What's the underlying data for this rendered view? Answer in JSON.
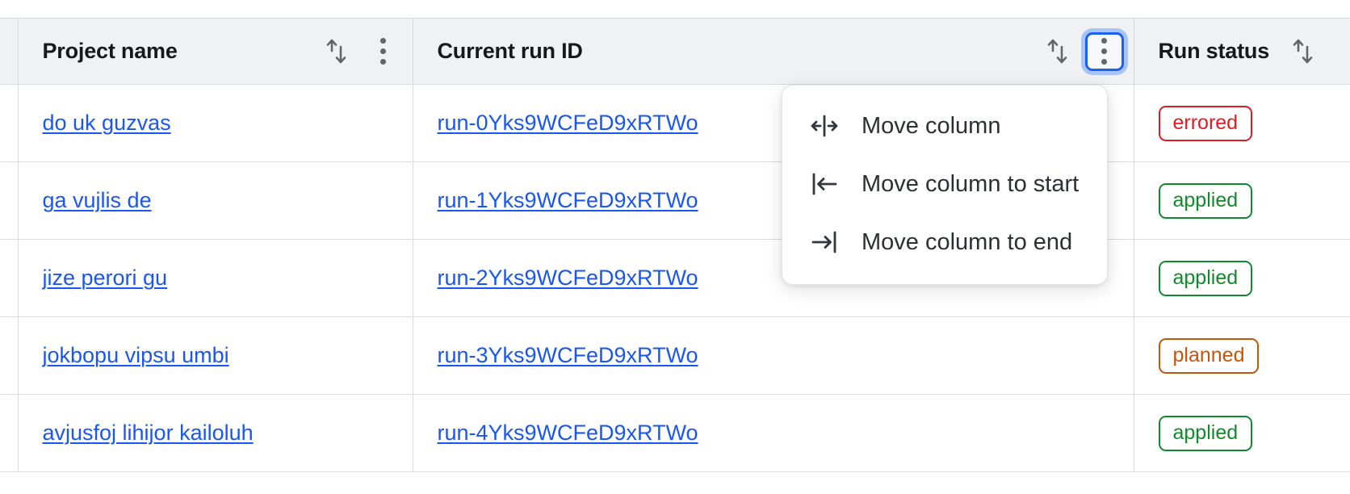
{
  "table": {
    "columns": [
      {
        "key": "stub",
        "label": "",
        "sortable": false,
        "has_menu": false
      },
      {
        "key": "project",
        "label": "Project name",
        "sortable": true,
        "has_menu": true
      },
      {
        "key": "run",
        "label": "Current run ID",
        "sortable": true,
        "has_menu": true
      },
      {
        "key": "status",
        "label": "Run status",
        "sortable": true,
        "has_menu": false
      }
    ],
    "rows": [
      {
        "project": "do uk guzvas",
        "run": "run-0Yks9WCFeD9xRTWo",
        "status": "errored"
      },
      {
        "project": "ga vujlis de",
        "run": "run-1Yks9WCFeD9xRTWo",
        "status": "applied"
      },
      {
        "project": "jize perori gu",
        "run": "run-2Yks9WCFeD9xRTWo",
        "status": "applied"
      },
      {
        "project": "jokbopu vipsu umbi",
        "run": "run-3Yks9WCFeD9xRTWo",
        "status": "planned"
      },
      {
        "project": "avjusfoj lihijor kailoluh",
        "run": "run-4Yks9WCFeD9xRTWo",
        "status": "applied"
      }
    ]
  },
  "column_menu": {
    "open_for_column": "Current run ID",
    "items": [
      {
        "icon": "move-column-icon",
        "label": "Move column"
      },
      {
        "icon": "move-column-to-start-icon",
        "label": "Move column to start"
      },
      {
        "icon": "move-column-to-end-icon",
        "label": "Move column to end"
      }
    ]
  },
  "icons": {
    "sort": "sort-arrows-icon",
    "kebab": "kebab-menu-icon"
  },
  "colors": {
    "link": "#1a56f0",
    "header_bg": "#f0f1f3",
    "border": "#d8dade",
    "focus_ring": "#a8c5fb",
    "focus_border": "#1a62f2",
    "status_errored": "#e01b24",
    "status_applied": "#12892f",
    "status_planned": "#c2570c"
  }
}
